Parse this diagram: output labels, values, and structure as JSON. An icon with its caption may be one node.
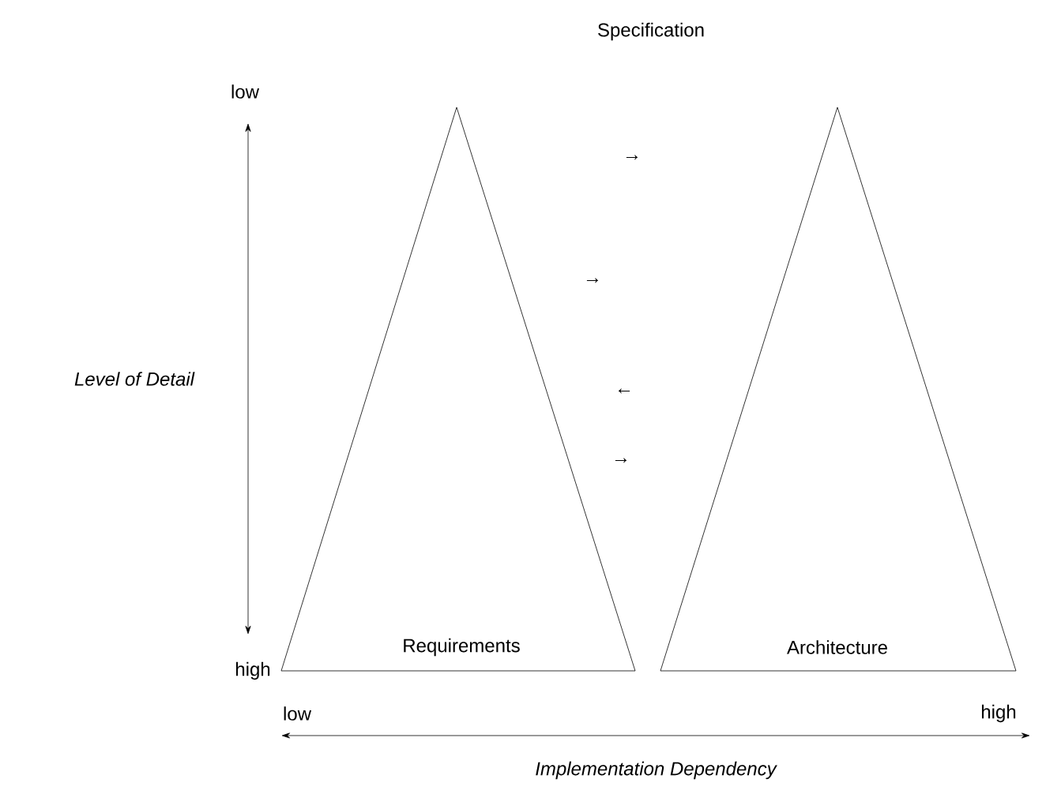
{
  "diagram": {
    "title": "Specification",
    "nodes": [
      {
        "text": [
          "Requirements"
        ]
      },
      {
        "text": [
          "Architecture"
        ]
      }
    ],
    "labels": [
      "low",
      "→",
      "→",
      "Level of Detail",
      "←",
      "→",
      "high",
      "low",
      "high",
      "Implementation Dependency"
    ]
  }
}
